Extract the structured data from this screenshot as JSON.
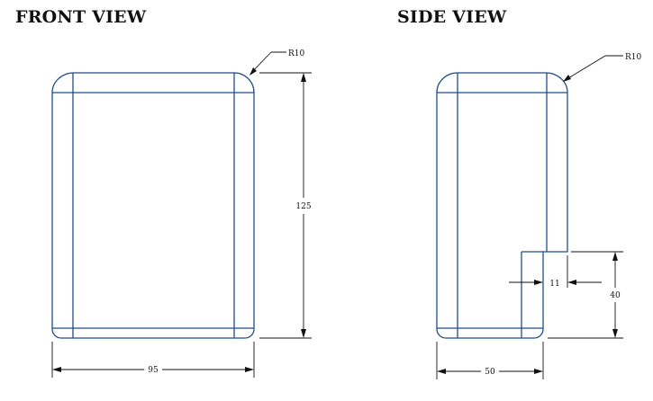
{
  "front_view": {
    "title": "FRONT VIEW",
    "radius_label": "R10",
    "height_label": "125",
    "width_label": "95"
  },
  "side_view": {
    "title": "SIDE VIEW",
    "radius_label": "R10",
    "notch_width_label": "11",
    "notch_height_label": "40",
    "depth_label": "50"
  },
  "colors": {
    "outline": "#1f4e8c",
    "dimension": "#111111"
  }
}
